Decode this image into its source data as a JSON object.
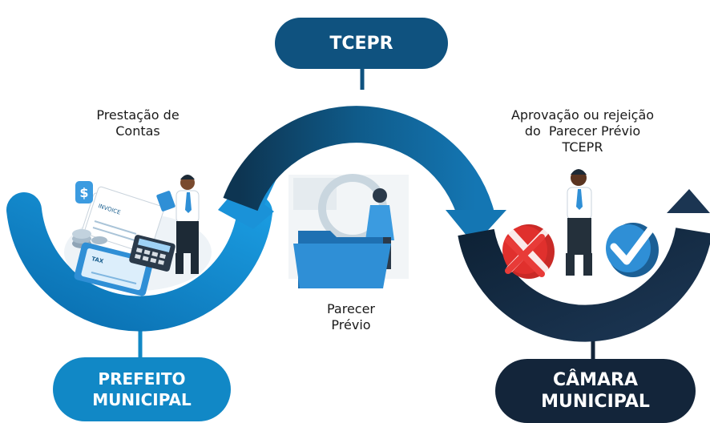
{
  "nodes": {
    "tcepr": {
      "label": "TCEPR",
      "color": "#0f527f"
    },
    "prefeito": {
      "line1": "PREFEITO",
      "line2": "MUNICIPAL",
      "color": "#1188c6"
    },
    "camara": {
      "line1": "CÂMARA",
      "line2": "MUNICIPAL",
      "color": "#13253a"
    }
  },
  "steps": {
    "prestacao": {
      "line1": "Prestação de",
      "line2": "Contas"
    },
    "parecer": {
      "line1": "Parecer",
      "line2": "Prévio"
    },
    "aprovacao": {
      "line1": "Aprovação ou rejeição",
      "line2": "do  Parecer Prévio",
      "line3": "TCEPR"
    }
  },
  "illustrations": {
    "left": {
      "invoice_text": "INVOICE",
      "tax_text": "TAX",
      "dollar_text": "$"
    }
  },
  "colors": {
    "blue_light": "#1a8fd0",
    "blue_mid": "#0f5f8f",
    "navy": "#142a40",
    "red": "#e0302d",
    "accent": "#2f8fd6"
  }
}
